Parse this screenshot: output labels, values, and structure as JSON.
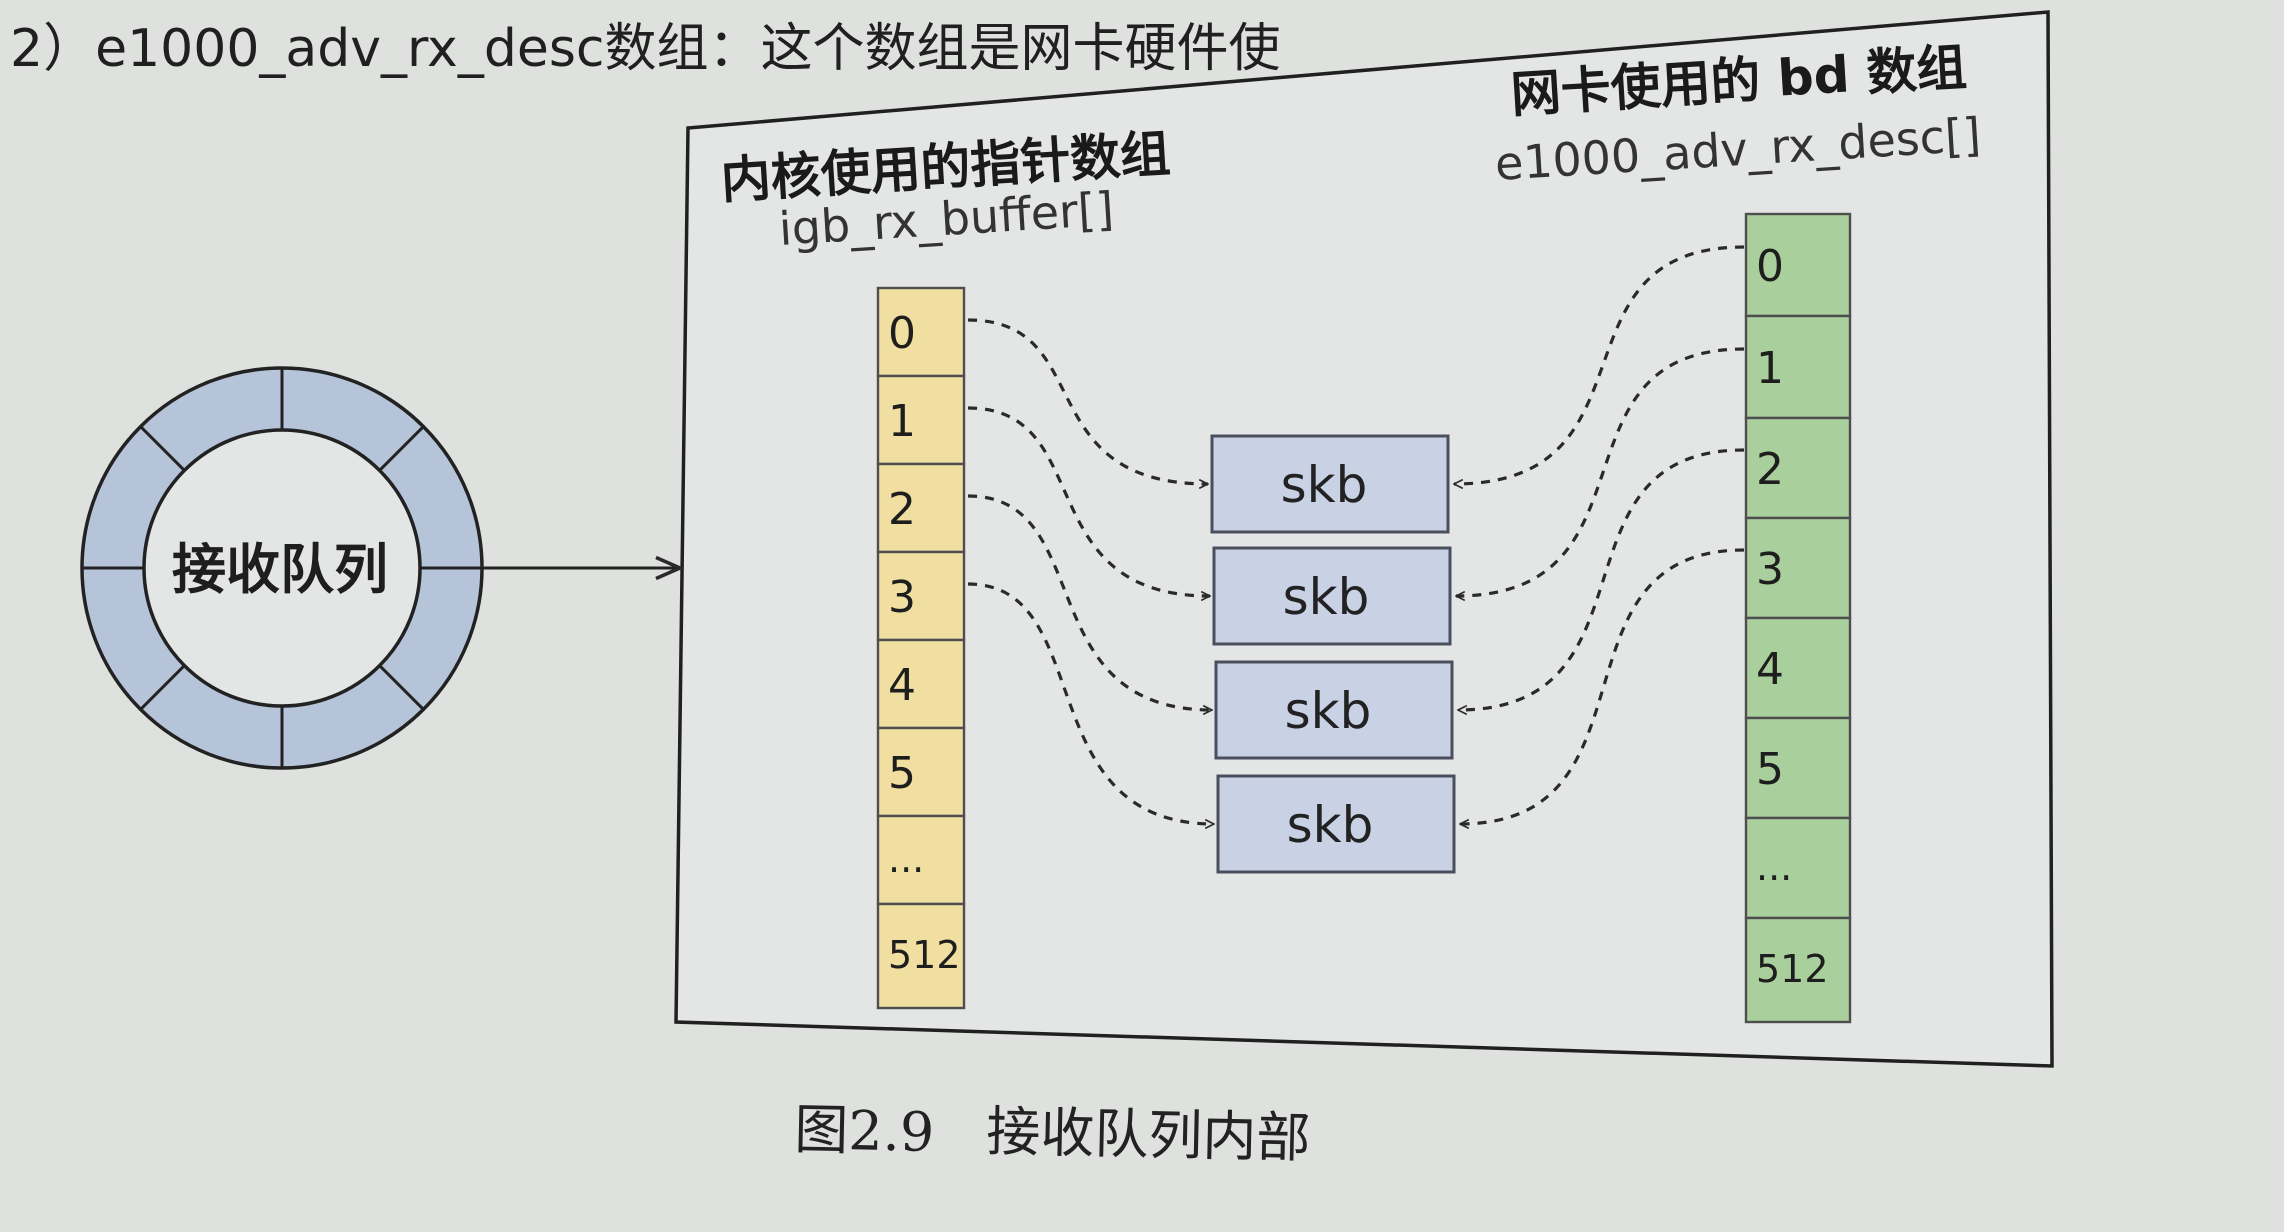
{
  "header_text": "2）e1000_adv_rx_desc数组：这个数组是网卡硬件使",
  "ring": {
    "label": "接收队列",
    "color": "#b6c4da"
  },
  "kernel_array": {
    "title": "内核使用的指针数组",
    "name": "igb_rx_buffer[]",
    "color": "#f1dfa2",
    "cells": [
      "0",
      "1",
      "2",
      "3",
      "4",
      "5",
      "...",
      "512"
    ]
  },
  "nic_array": {
    "title": "网卡使用的 bd 数组",
    "name": "e1000_adv_rx_desc[]",
    "color": "#a9cf9c",
    "cells": [
      "0",
      "1",
      "2",
      "3",
      "4",
      "5",
      "...",
      "512"
    ]
  },
  "skbs": [
    "skb",
    "skb",
    "skb",
    "skb"
  ],
  "skb_color": "#c9d1e5",
  "caption": {
    "number": "图2.9",
    "title": "接收队列内部"
  }
}
